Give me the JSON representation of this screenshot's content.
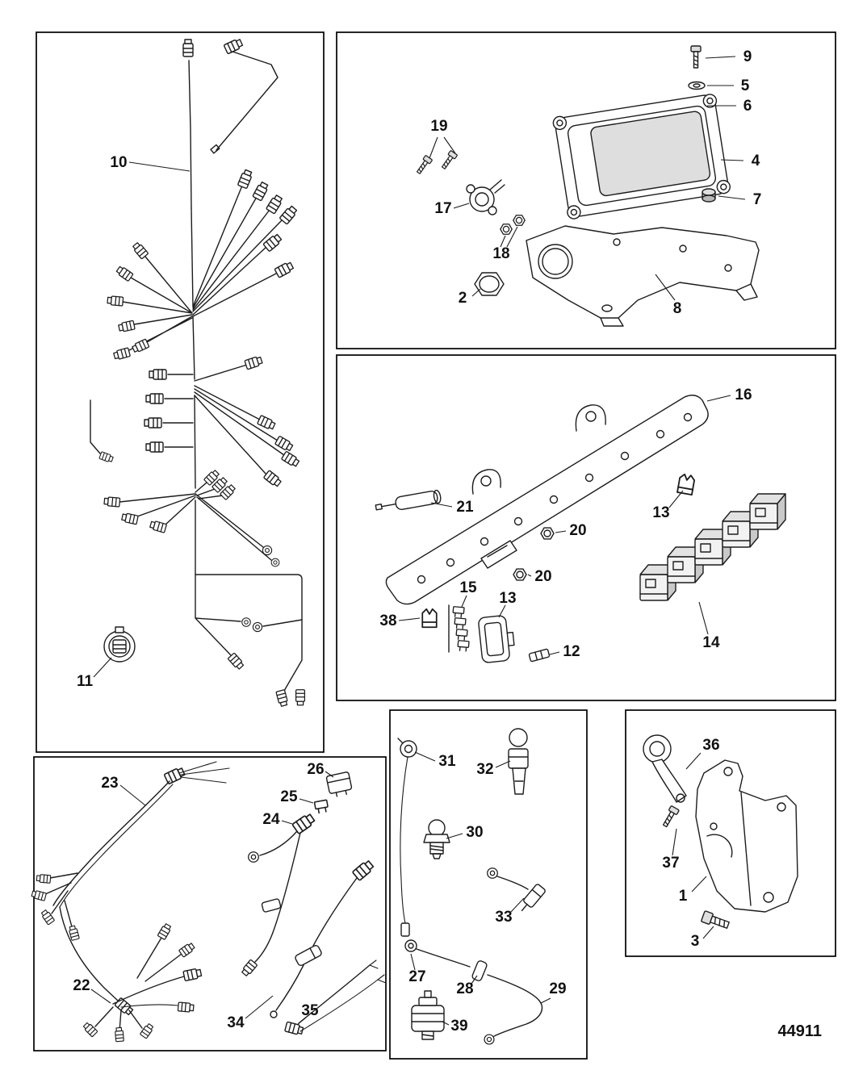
{
  "diagram": {
    "code": "44911",
    "type": "exploded-parts-diagram",
    "colors": {
      "line": "#1c1c1c",
      "background": "#ffffff"
    },
    "callouts": [
      {
        "label": "10"
      },
      {
        "label": "11"
      },
      {
        "label": "9"
      },
      {
        "label": "5"
      },
      {
        "label": "6"
      },
      {
        "label": "4"
      },
      {
        "label": "7"
      },
      {
        "label": "19"
      },
      {
        "label": "17"
      },
      {
        "label": "18"
      },
      {
        "label": "2"
      },
      {
        "label": "8"
      },
      {
        "label": "16"
      },
      {
        "label": "21"
      },
      {
        "label": "13"
      },
      {
        "label": "20"
      },
      {
        "label": "20"
      },
      {
        "label": "15"
      },
      {
        "label": "13"
      },
      {
        "label": "38"
      },
      {
        "label": "12"
      },
      {
        "label": "14"
      },
      {
        "label": "23"
      },
      {
        "label": "26"
      },
      {
        "label": "25"
      },
      {
        "label": "24"
      },
      {
        "label": "22"
      },
      {
        "label": "34"
      },
      {
        "label": "35"
      },
      {
        "label": "31"
      },
      {
        "label": "32"
      },
      {
        "label": "30"
      },
      {
        "label": "33"
      },
      {
        "label": "27"
      },
      {
        "label": "28"
      },
      {
        "label": "29"
      },
      {
        "label": "39"
      },
      {
        "label": "36"
      },
      {
        "label": "37"
      },
      {
        "label": "1"
      },
      {
        "label": "3"
      }
    ]
  }
}
